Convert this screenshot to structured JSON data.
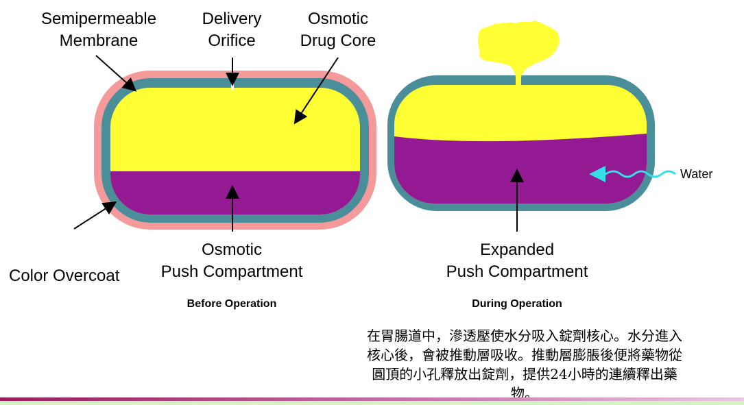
{
  "labels": {
    "semipermeable_membrane": [
      "Semipermeable",
      "Membrane"
    ],
    "delivery_orifice": [
      "Delivery",
      "Orifice"
    ],
    "osmotic_drug_core": [
      "Osmotic",
      "Drug Core"
    ],
    "osmotic_push_compartment": [
      "Osmotic",
      "Push Compartment"
    ],
    "color_overcoat": "Color Overcoat",
    "expanded_push_compartment": [
      "Expanded",
      "Push Compartment"
    ],
    "water": "Water"
  },
  "captions": {
    "before": "Before Operation",
    "during": "During Operation"
  },
  "description": [
    "在胃腸道中，滲透壓使水分吸入錠劑核心。水分進入",
    "核心後，會被推動層吸收。推動層膨脹後便將藥物從",
    "圓頂的小孔釋放出錠劑，提供24小時的連續釋出藥",
    "物。"
  ],
  "colors": {
    "overcoat": "#f49a9a",
    "membrane": "#4a8e9a",
    "drug_core": "#ffff33",
    "push_compartment": "#941a94",
    "water_arrow": "#33e0e8",
    "arrow": "#000000"
  }
}
